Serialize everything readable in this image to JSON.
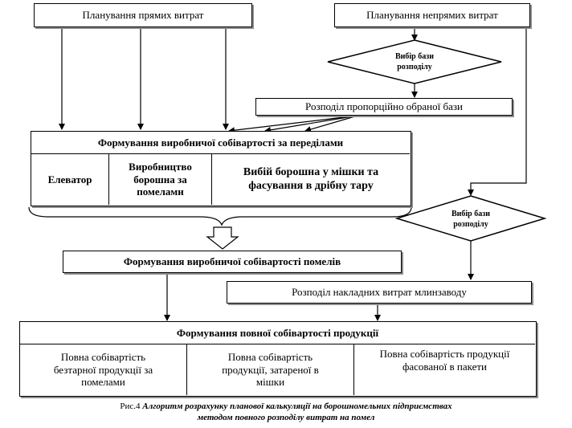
{
  "direct_costs": "Планування прямих витрат",
  "indirect_costs": "Планування непрямих витрат",
  "choose_base_1": [
    "Вибір бази",
    "розподілу"
  ],
  "distribute_base": "Розподіл пропорційно обраної бази",
  "production_cost_stages": "Формування виробничої собівартості за переділами",
  "stages": {
    "elevator": "Елеватор",
    "flour_production": [
      "Виробництво",
      "борошна за",
      "помелами"
    ],
    "packing": [
      "Вибій борошна у мішки та",
      "фасування в дрібну тару"
    ]
  },
  "choose_base_2": [
    "Вибір бази",
    "розподілу"
  ],
  "production_cost_grinds": "Формування виробничої собівартості помелів",
  "overhead_distribution": "Розподіл накладних витрат млинзаводу",
  "full_cost": "Формування повної собівартості продукції",
  "full_cost_items": {
    "bulk": [
      "Повна собівартість",
      "безтарної продукції за",
      "помелами"
    ],
    "bags": [
      "Повна собівартість",
      "продукції, затареної в",
      "мішки"
    ],
    "packets": [
      "Повна собівартість продукції",
      "фасованої в пакети"
    ]
  },
  "caption": {
    "label": "Рис.4 ",
    "title_line1": "Алгоритм розрахунку планової калькуляції на борошномельних підприємствах",
    "title_line2": "методом повного розподілу витрат на помел"
  }
}
